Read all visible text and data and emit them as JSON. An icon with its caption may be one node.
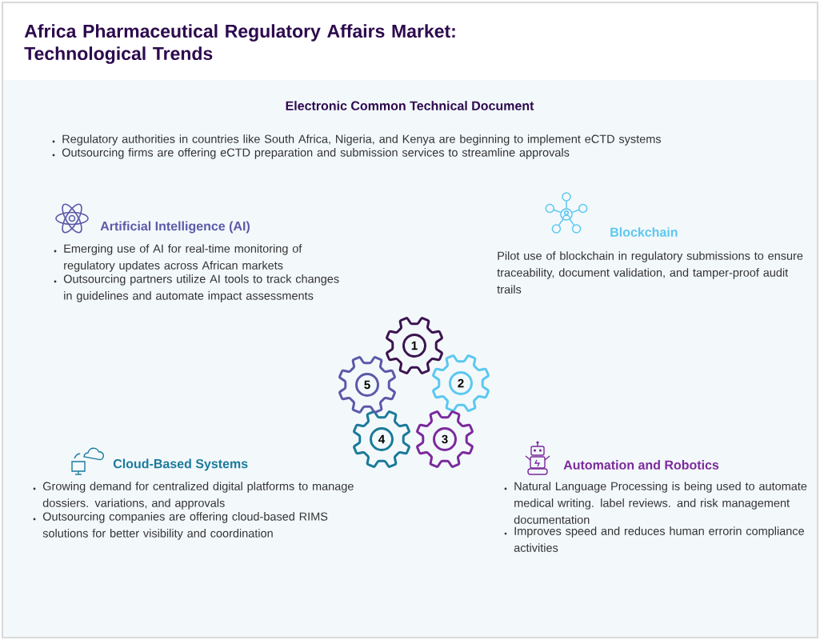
{
  "diagram": {
    "title": "Africa Pharmaceutical Regulatory Affairs Market: Technological Trends",
    "nodes": [
      {
        "text": [
          "1"
        ]
      },
      {
        "text": [
          "2"
        ]
      },
      {
        "text": [
          "3"
        ]
      },
      {
        "text": [
          "4"
        ]
      },
      {
        "text": [
          "5"
        ]
      }
    ],
    "labels": [
      "Electronic Common Technical Document",
      "Regulatory authorities in countries like South Africa, Nigeria, and Kenya are beginning to implement eCTD systems",
      "Outsourcing firms are offering eCTD preparation and submission services to streamline approvals",
      "Artificial Intelligence (AI)",
      "Emerging use of AI for real-time monitoring of regulatory updates across African markets",
      "Outsourcing partners utilize AI tools to track changes in guidelines and automate impact assessments",
      "Blockchain",
      "Pilot use of blockchain in regulatory submissions to ensure traceability, document validation, and tamper-proof audit trails",
      "Cloud-Based Systems",
      "Growing demand for centralized digital platforms to manage dossiers. variations, and approvals",
      "Outsourcing companies are offering cloud-based RIMS solutions for better visibility and coordination",
      "Automation and Robotics",
      "Natural Language Processing is being used to automate medical writing. label reviews. and risk management documentation",
      "Improves speed and reduces human errorin compliance activities"
    ]
  }
}
